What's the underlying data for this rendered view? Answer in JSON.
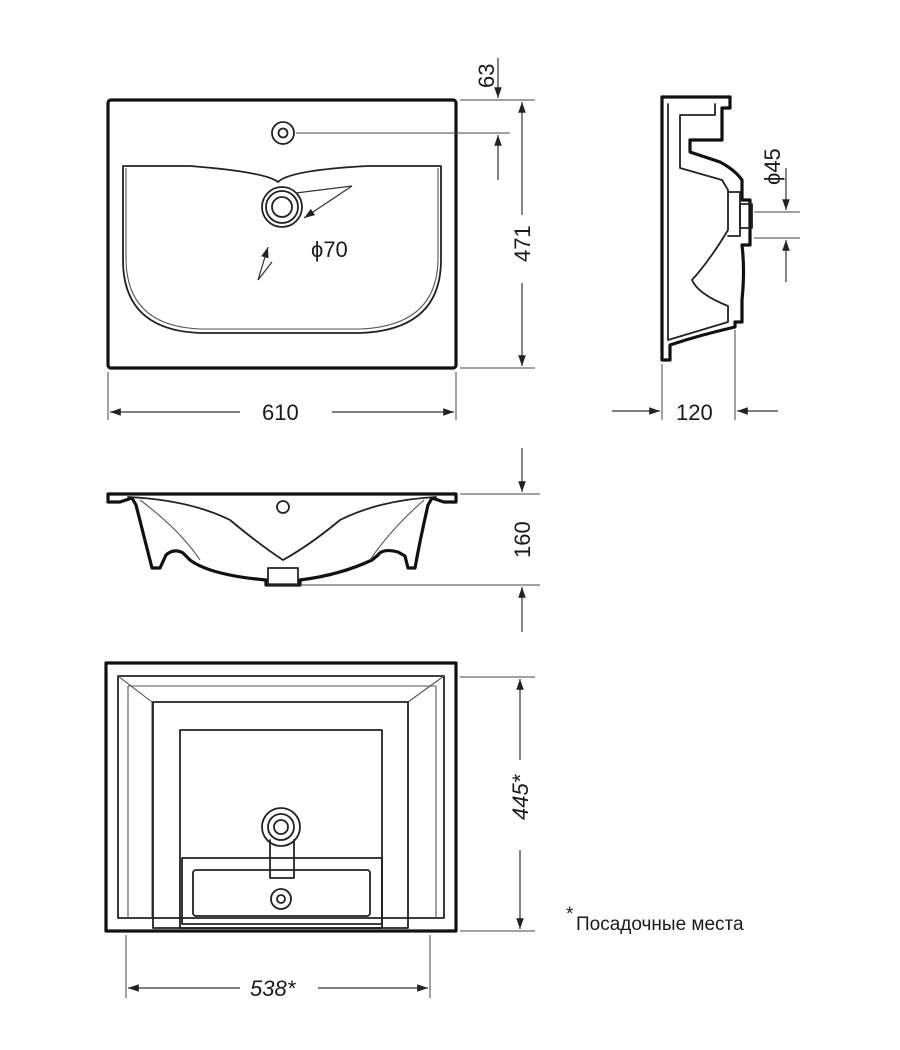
{
  "dimensions": {
    "top_width": "610",
    "top_depth": "471",
    "faucet_hole_offset": "63",
    "drain_diameter": "ϕ70",
    "side_depth": "120",
    "drain_outlet_diameter": "ϕ45",
    "height": "160",
    "seat_depth": "445*",
    "seat_width": "538*"
  },
  "footnote": {
    "asterisk": "*",
    "text": "Посадочные места"
  },
  "colors": {
    "line": "#111111",
    "background": "#ffffff"
  }
}
